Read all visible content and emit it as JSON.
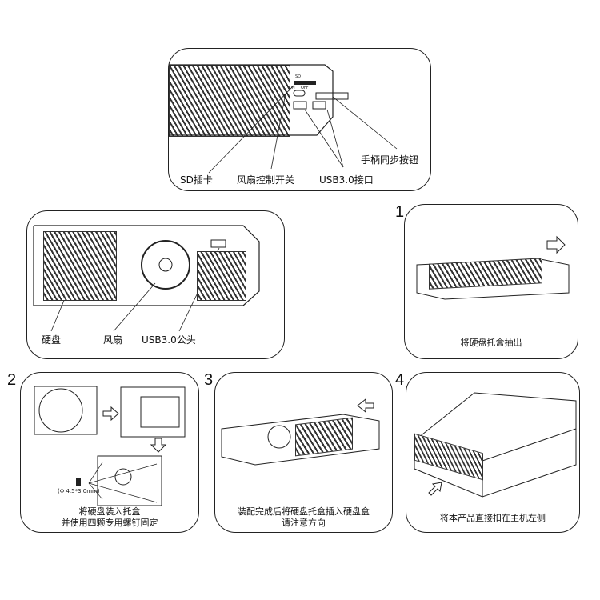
{
  "top_panel": {
    "device_labels": {
      "sd": "SD",
      "on": "ON",
      "off": "OFF"
    },
    "callouts": [
      "SD插卡",
      "风扇控制开关",
      "USB3.0接口",
      "手柄同步按钮"
    ]
  },
  "middle_panel": {
    "callouts": [
      "硬盘",
      "风扇",
      "USB3.0公头"
    ]
  },
  "steps": [
    {
      "number": "1",
      "caption": [
        "将硬盘托盒抽出"
      ]
    },
    {
      "number": "2",
      "caption": [
        "将硬盘装入托盒",
        "并使用四颗专用螺钉固定"
      ],
      "screw_spec": "(Φ 4.5*3.0mm)"
    },
    {
      "number": "3",
      "caption": [
        "装配完成后将硬盘托盒插入硬盘盒",
        "请注意方向"
      ]
    },
    {
      "number": "4",
      "caption": [
        "将本产品直接扣在主机左侧"
      ]
    }
  ]
}
